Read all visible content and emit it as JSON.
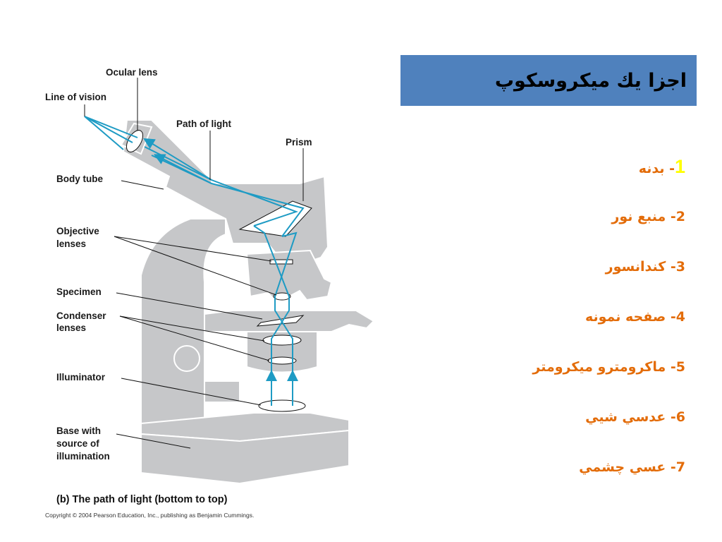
{
  "slide": {
    "title": "اجزا يك ميكروسكوپ",
    "items": [
      {
        "num": "1",
        "text": "- بدنه"
      },
      {
        "num": "2",
        "text": "- منبع نور"
      },
      {
        "num": "3",
        "text": "- كندانسور"
      },
      {
        "num": "4",
        "text": "- صفحه نمونه"
      },
      {
        "num": "5",
        "text": "- ماكرومترو ميكرومتر"
      },
      {
        "num": "6",
        "text": "- عدسي شيي"
      },
      {
        "num": "7",
        "text": "- عسي چشمي"
      }
    ]
  },
  "diagram": {
    "labels": {
      "ocular_lens": "Ocular lens",
      "line_of_vision": "Line of vision",
      "path_of_light": "Path of light",
      "prism": "Prism",
      "body_tube": "Body tube",
      "objective_line1": "Objective",
      "objective_line2": "lenses",
      "specimen": "Specimen",
      "condenser_line1": "Condenser",
      "condenser_line2": "lenses",
      "illuminator": "Illuminator",
      "base_line1": "Base with",
      "base_line2": "source of",
      "base_line3": "illumination"
    },
    "caption_bold": "(b)",
    "caption_text": " The path of light (bottom to top)",
    "copyright": "Copyright © 2004 Pearson Education, Inc., publishing as Benjamin Cummings.",
    "colors": {
      "body": "#c6c7c9",
      "edge": "#ffffff",
      "light": "#1e9bc4"
    }
  }
}
